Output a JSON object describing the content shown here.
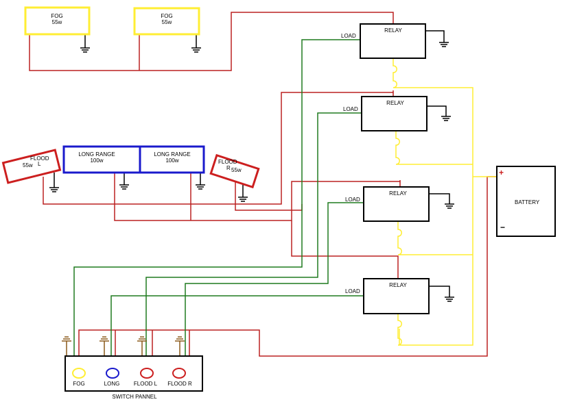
{
  "fog_lamps": [
    {
      "name": "FOG",
      "watt": "55w"
    },
    {
      "name": "FOG",
      "watt": "55w"
    }
  ],
  "long_range_lamps": [
    {
      "name": "LONG RANGE",
      "watt": "100w"
    },
    {
      "name": "LONG RANGE",
      "watt": "100w"
    }
  ],
  "flood_left": {
    "name": "FLOOD",
    "watt": "55w",
    "side": "L"
  },
  "flood_right": {
    "name": "FLOOD",
    "side": "R",
    "watt": "55w"
  },
  "relays": [
    {
      "label": "RELAY",
      "load_label": "LOAD"
    },
    {
      "label": "RELAY",
      "load_label": "LOAD"
    },
    {
      "label": "RELAY",
      "load_label": "LOAD"
    },
    {
      "label": "RELAY",
      "load_label": "LOAD"
    }
  ],
  "battery": {
    "label": "BATTERY",
    "plus": "+",
    "minus": "−"
  },
  "switch_panel": {
    "title": "SWITCH PANNEL",
    "switches": [
      {
        "label": "FOG",
        "color": "#FFEE33"
      },
      {
        "label": "LONG",
        "color": "#1A1ACC"
      },
      {
        "label": "FLOOD L",
        "color": "#CC1F1F"
      },
      {
        "label": "FLOOD R",
        "color": "#CC1F1F"
      }
    ]
  },
  "colors": {
    "fog_wire": "#FFEE33",
    "long_wire": "#1A1ACC",
    "power_wire": "#BB2020",
    "signal_wire": "#1E7A1E",
    "switch_ground": "#8B5A1A"
  }
}
